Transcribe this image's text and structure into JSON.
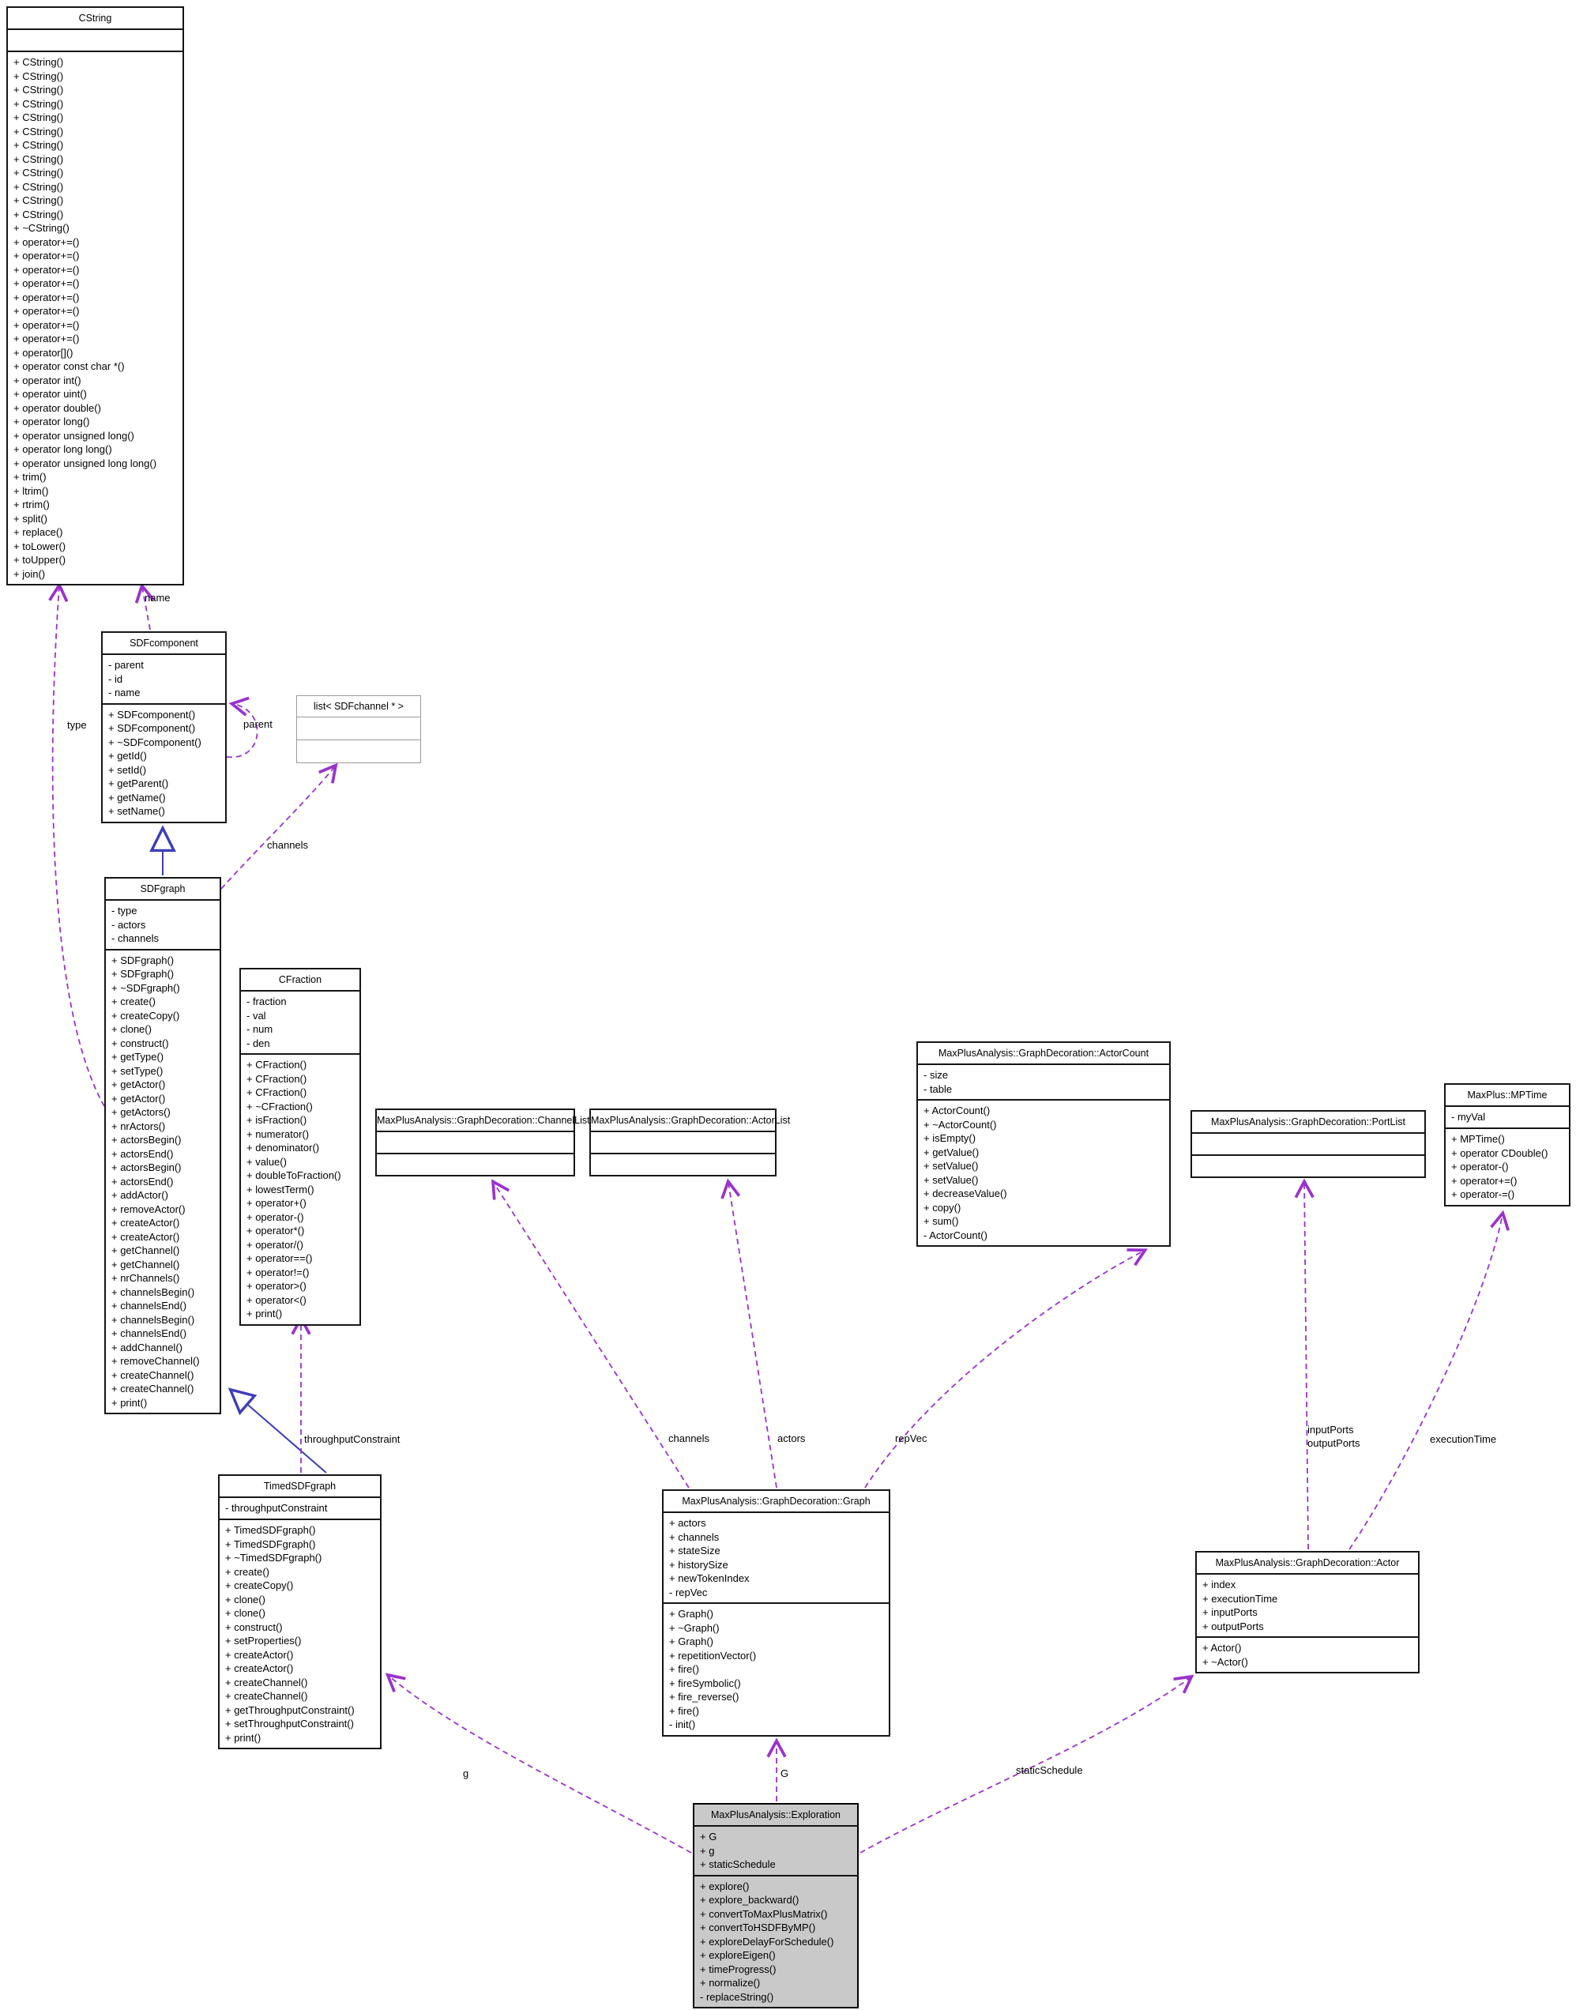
{
  "diagram_type": "uml-collaboration-diagram",
  "colors": {
    "usage_edge": "#9a32cd",
    "inheritance_edge": "#3d3db8",
    "highlight_fill": "#c9c9c9",
    "box_border": "#151515",
    "template_border": "#9a9a9a"
  },
  "classes": {
    "cstring": {
      "title": "CString",
      "attributes": [],
      "methods": [
        "+ CString()",
        "+ CString()",
        "+ CString()",
        "+ CString()",
        "+ CString()",
        "+ CString()",
        "+ CString()",
        "+ CString()",
        "+ CString()",
        "+ CString()",
        "+ CString()",
        "+ CString()",
        "+ ~CString()",
        "+ operator+=()",
        "+ operator+=()",
        "+ operator+=()",
        "+ operator+=()",
        "+ operator+=()",
        "+ operator+=()",
        "+ operator+=()",
        "+ operator+=()",
        "+ operator[]()",
        "+ operator const char *()",
        "+ operator int()",
        "+ operator uint()",
        "+ operator double()",
        "+ operator long()",
        "+ operator unsigned long()",
        "+ operator long long()",
        "+ operator unsigned long long()",
        "+ trim()",
        "+ ltrim()",
        "+ rtrim()",
        "+ split()",
        "+ replace()",
        "+ toLower()",
        "+ toUpper()",
        "+ join()"
      ]
    },
    "sdfcomponent": {
      "title": "SDFcomponent",
      "attributes": [
        "- parent",
        "- id",
        "- name"
      ],
      "methods": [
        "+ SDFcomponent()",
        "+ SDFcomponent()",
        "+ ~SDFcomponent()",
        "+ getId()",
        "+ setId()",
        "+ getParent()",
        "+ getName()",
        "+ setName()"
      ]
    },
    "listchannel": {
      "title": "list< SDFchannel * >",
      "attributes": [],
      "methods": []
    },
    "sdfgraph": {
      "title": "SDFgraph",
      "attributes": [
        "- type",
        "- actors",
        "- channels"
      ],
      "methods": [
        "+ SDFgraph()",
        "+ SDFgraph()",
        "+ ~SDFgraph()",
        "+ create()",
        "+ createCopy()",
        "+ clone()",
        "+ construct()",
        "+ getType()",
        "+ setType()",
        "+ getActor()",
        "+ getActor()",
        "+ getActors()",
        "+ nrActors()",
        "+ actorsBegin()",
        "+ actorsEnd()",
        "+ actorsBegin()",
        "+ actorsEnd()",
        "+ addActor()",
        "+ removeActor()",
        "+ createActor()",
        "+ createActor()",
        "+ getChannel()",
        "+ getChannel()",
        "+ nrChannels()",
        "+ channelsBegin()",
        "+ channelsEnd()",
        "+ channelsBegin()",
        "+ channelsEnd()",
        "+ addChannel()",
        "+ removeChannel()",
        "+ createChannel()",
        "+ createChannel()",
        "+ print()"
      ]
    },
    "cfraction": {
      "title": "CFraction",
      "attributes": [
        "- fraction",
        "- val",
        "- num",
        "- den"
      ],
      "methods": [
        "+ CFraction()",
        "+ CFraction()",
        "+ CFraction()",
        "+ ~CFraction()",
        "+ isFraction()",
        "+ numerator()",
        "+ denominator()",
        "+ value()",
        "+ doubleToFraction()",
        "+ lowestTerm()",
        "+ operator+()",
        "+ operator-()",
        "+ operator*()",
        "+ operator/()",
        "+ operator==()",
        "+ operator!=()",
        "+ operator>()",
        "+ operator<()",
        "+ print()"
      ]
    },
    "channellist": {
      "title": "MaxPlusAnalysis::GraphDecoration::ChannelList",
      "attributes": [],
      "methods": []
    },
    "actorlist": {
      "title": "MaxPlusAnalysis::GraphDecoration::ActorList",
      "attributes": [],
      "methods": []
    },
    "actorcount": {
      "title": "MaxPlusAnalysis::GraphDecoration::ActorCount",
      "attributes": [
        "- size",
        "- table"
      ],
      "methods": [
        "+ ActorCount()",
        "+ ~ActorCount()",
        "+ isEmpty()",
        "+ getValue()",
        "+ setValue()",
        "+ setValue()",
        "+ decreaseValue()",
        "+ copy()",
        "+ sum()",
        "- ActorCount()"
      ]
    },
    "portlist": {
      "title": "MaxPlusAnalysis::GraphDecoration::PortList",
      "attributes": [],
      "methods": []
    },
    "mptime": {
      "title": "MaxPlus::MPTime",
      "attributes": [
        "- myVal"
      ],
      "methods": [
        "+ MPTime()",
        "+ operator CDouble()",
        "+ operator-()",
        "+ operator+=()",
        "+ operator-=()"
      ]
    },
    "timedsdfgraph": {
      "title": "TimedSDFgraph",
      "attributes": [
        "- throughputConstraint"
      ],
      "methods": [
        "+ TimedSDFgraph()",
        "+ TimedSDFgraph()",
        "+ ~TimedSDFgraph()",
        "+ create()",
        "+ createCopy()",
        "+ clone()",
        "+ clone()",
        "+ construct()",
        "+ setProperties()",
        "+ createActor()",
        "+ createActor()",
        "+ createChannel()",
        "+ createChannel()",
        "+ getThroughputConstraint()",
        "+ setThroughputConstraint()",
        "+ print()"
      ]
    },
    "graph": {
      "title": "MaxPlusAnalysis::GraphDecoration::Graph",
      "attributes": [
        "+ actors",
        "+ channels",
        "+ stateSize",
        "+ historySize",
        "+ newTokenIndex",
        "- repVec"
      ],
      "methods": [
        "+ Graph()",
        "+ ~Graph()",
        "+ Graph()",
        "+ repetitionVector()",
        "+ fire()",
        "+ fireSymbolic()",
        "+ fire_reverse()",
        "+ fire()",
        "- init()"
      ]
    },
    "actor": {
      "title": "MaxPlusAnalysis::GraphDecoration::Actor",
      "attributes": [
        "+ index",
        "+ executionTime",
        "+ inputPorts",
        "+ outputPorts"
      ],
      "methods": [
        "+ Actor()",
        "+ ~Actor()"
      ]
    },
    "exploration": {
      "title": "MaxPlusAnalysis::Exploration",
      "attributes": [
        "+ G",
        "+ g",
        "+ staticSchedule"
      ],
      "methods": [
        "+ explore()",
        "+ explore_backward()",
        "+ convertToMaxPlusMatrix()",
        "+ convertToHSDFByMP()",
        "+ exploreDelayForSchedule()",
        "+ exploreEigen()",
        "+ timeProgress()",
        "+ normalize()",
        "- replaceString()"
      ]
    }
  },
  "edge_labels": {
    "name": "name",
    "type": "type",
    "parent": "parent",
    "channels_sdf": "channels",
    "throughput_constraint": "throughputConstraint",
    "channels": "channels",
    "actors": "actors",
    "rep_vec": "repVec",
    "ports": "inputPorts\noutputPorts",
    "execution_time": "executionTime",
    "g": "g",
    "G": "G",
    "static_schedule": "staticSchedule"
  }
}
